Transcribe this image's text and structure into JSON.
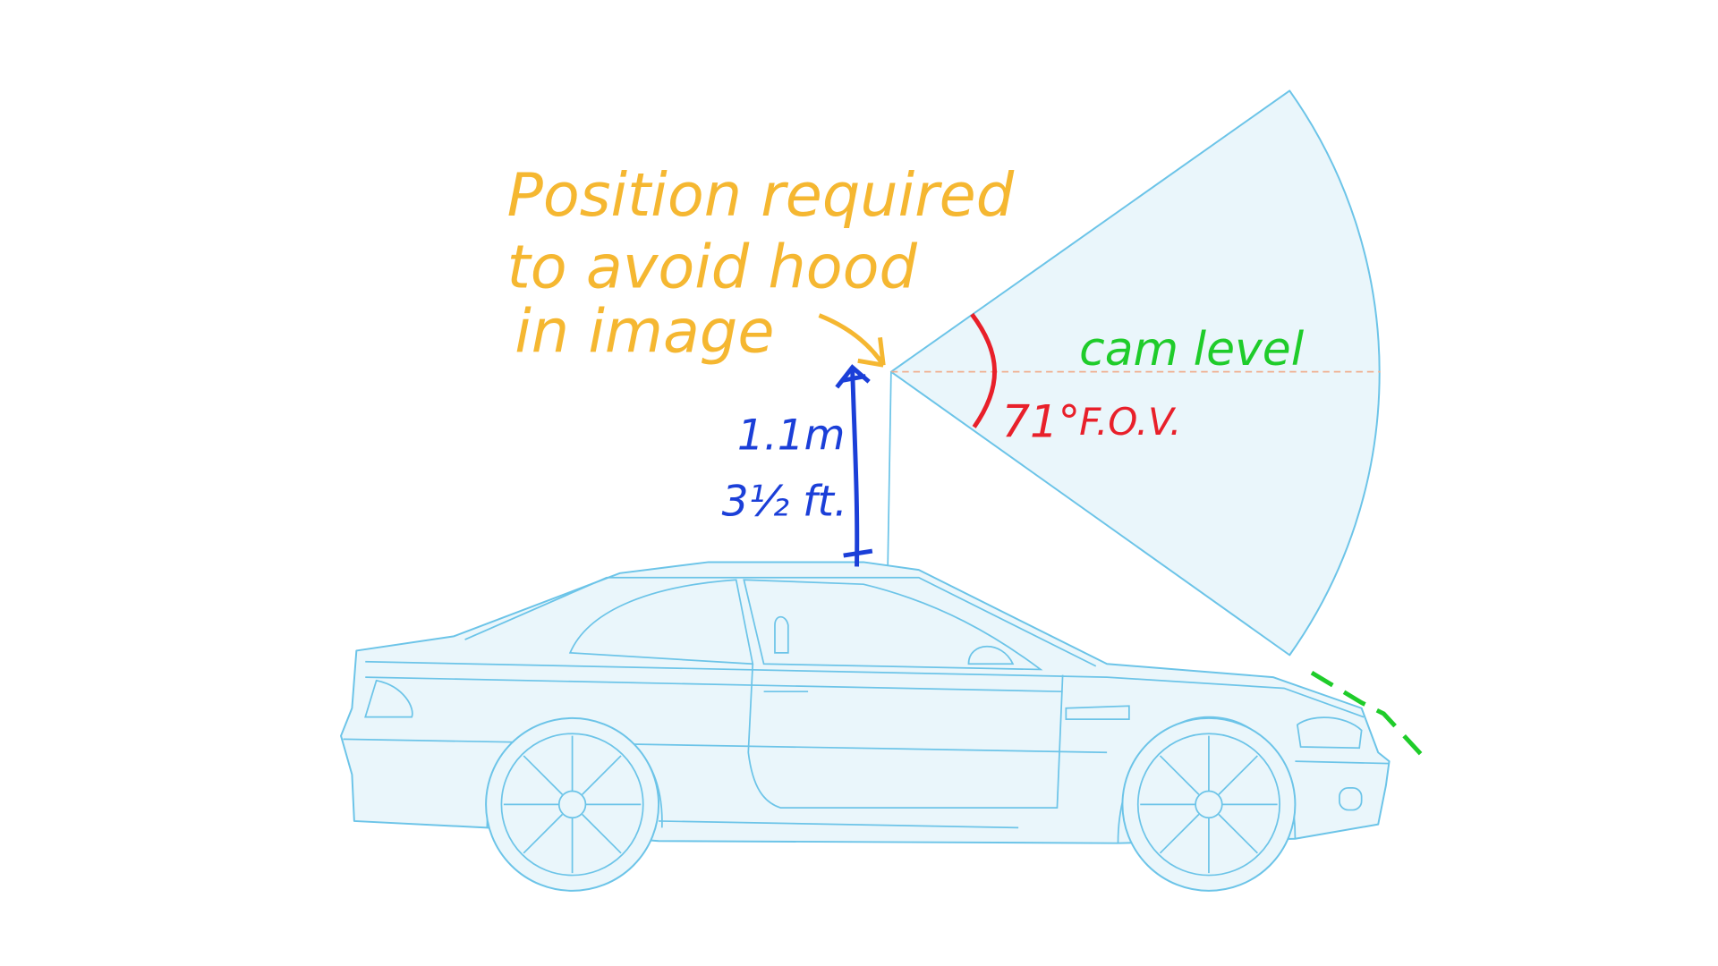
{
  "annotations": {
    "position_note": [
      "Position required",
      "to avoid hood",
      "in image"
    ],
    "height_metric": "1.1m",
    "height_imperial": "3½ ft.",
    "cam_level": "cam level",
    "fov_angle": "71°",
    "fov_label": "F.O.V."
  },
  "colors": {
    "note": "#f5b731",
    "height": "#1b3fd8",
    "cam_level": "#1fcc2a",
    "fov": "#e8202a",
    "outline": "#6cc4e8",
    "fill": "#eaf6fb"
  }
}
